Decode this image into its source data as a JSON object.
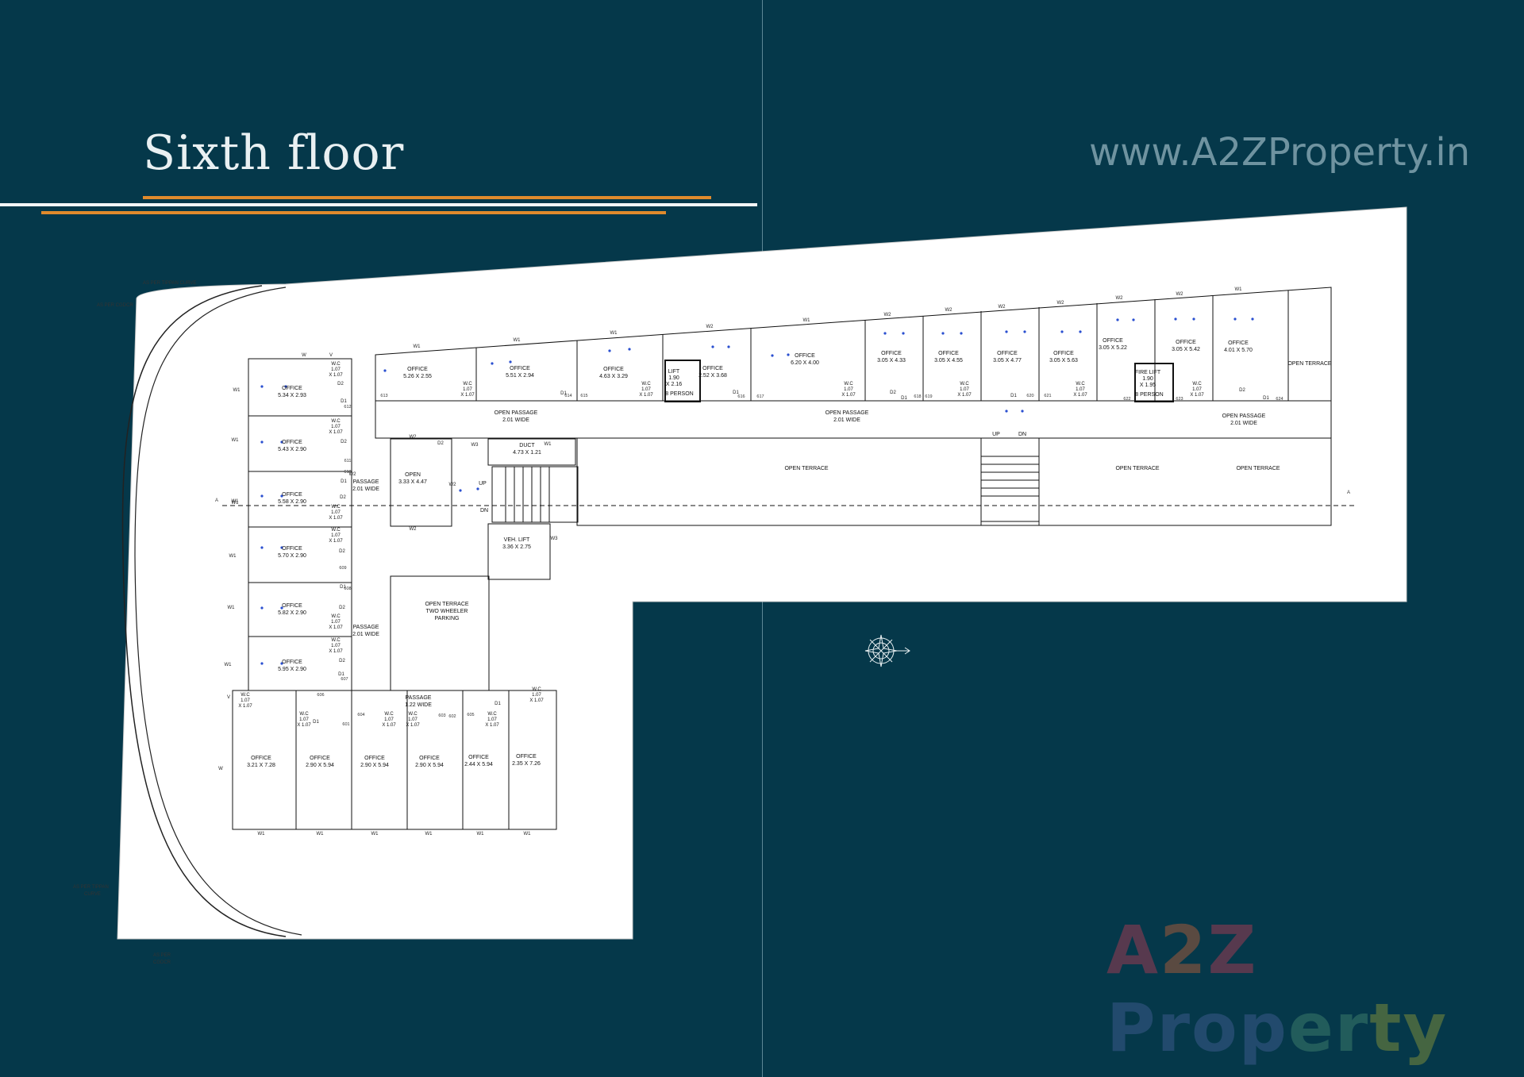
{
  "page": {
    "title": "Sixth floor",
    "website": "www.A2ZProperty.in"
  },
  "brand": {
    "part_a": "A",
    "part_2": "2",
    "part_z": "Z",
    "part_prop": "Prop",
    "part_er": "er",
    "part_ty": "ty"
  },
  "colors": {
    "background": "#05384a",
    "accent": "#e08a2c",
    "plan_bg": "#ffffff",
    "furniture_dot": "#2a4fd0"
  },
  "notes": {
    "tippan_curve_top": "AS PER TIPPAN CURVE",
    "cgdcr_top": "AS PER CGDCR",
    "tippan_curve_bottom_1": "AS PER TIPPAN",
    "tippan_curve_bottom_2": "CURVE",
    "cgdcr_bottom_1": "AS PER",
    "cgdcr_bottom_2": "CGDCR",
    "section_left": "A",
    "section_right": "A"
  },
  "west_offices": [
    {
      "name": "OFFICE",
      "dim": "5.34 X 2.93"
    },
    {
      "name": "OFFICE",
      "dim": "5.43 X 2.90"
    },
    {
      "name": "OFFICE",
      "dim": "5.58 X 2.90"
    },
    {
      "name": "OFFICE",
      "dim": "5.70 X 2.90"
    },
    {
      "name": "OFFICE",
      "dim": "5.82 X 2.90"
    },
    {
      "name": "OFFICE",
      "dim": "5.95 X 2.90"
    }
  ],
  "south_offices": [
    {
      "name": "OFFICE",
      "dim": "3.21 X 7.28"
    },
    {
      "name": "OFFICE",
      "dim": "2.90 X 5.94"
    },
    {
      "name": "OFFICE",
      "dim": "2.90 X 5.94"
    },
    {
      "name": "OFFICE",
      "dim": "2.90 X 5.94"
    },
    {
      "name": "OFFICE",
      "dim": "2.44 X 5.94"
    },
    {
      "name": "OFFICE",
      "dim": "2.35 X 7.26"
    }
  ],
  "north_offices": [
    {
      "name": "OFFICE",
      "dim": "5.26 X 2.55"
    },
    {
      "name": "OFFICE",
      "dim": "5.51 X 2.94"
    },
    {
      "name": "OFFICE",
      "dim": "4.63 X 3.29"
    },
    {
      "name": "OFFICE",
      "dim": "2.52 X 3.68"
    },
    {
      "name": "OFFICE",
      "dim": "6.20 X 4.00"
    },
    {
      "name": "OFFICE",
      "dim": "3.05 X 4.33"
    },
    {
      "name": "OFFICE",
      "dim": "3.05 X 4.55"
    },
    {
      "name": "OFFICE",
      "dim": "3.05 X 4.77"
    },
    {
      "name": "OFFICE",
      "dim": "3.05 X 5.63"
    },
    {
      "name": "OFFICE",
      "dim": "3.05 X 5.22"
    },
    {
      "name": "OFFICE",
      "dim": "3.05 X 5.42"
    },
    {
      "name": "OFFICE",
      "dim": "4.01 X 5.70"
    }
  ],
  "wc": {
    "label": "W.C",
    "dim_1": "1.07",
    "dim_2": "X 1.07"
  },
  "spaces": {
    "open_name": "OPEN",
    "open_dim": "3.33 X 4.47",
    "duct_name": "DUCT",
    "duct_dim": "4.73 X 1.21",
    "veh_lift_name": "VEH. LIFT",
    "veh_lift_dim": "3.36 X 2.75",
    "lift_name": "LIFT",
    "lift_dim_1": "1.90",
    "lift_dim_2": "X 2.16",
    "lift_cap": "8 PERSON",
    "fire_lift_name": "FIRE LIFT",
    "fire_lift_dim_1": "1.90",
    "fire_lift_dim_2": "X 1.95",
    "fire_lift_cap": "8 PERSON",
    "terrace_parking_1": "OPEN TERRACE",
    "terrace_parking_2": "TWO WHEELER",
    "terrace_parking_3": "PARKING",
    "passage_1_name": "PASSAGE",
    "passage_1_dim": "2.01 WIDE",
    "passage_2_name": "PASSAGE",
    "passage_2_dim": "2.01 WIDE",
    "passage_3_name": "PASSAGE",
    "passage_3_dim": "1.22 WIDE",
    "open_passage_1_name": "OPEN PASSAGE",
    "open_passage_1_dim": "2.01 WIDE",
    "open_passage_2_name": "OPEN PASSAGE",
    "open_passage_2_dim": "2.01 WIDE",
    "open_passage_3_name": "OPEN PASSAGE",
    "open_passage_3_dim": "2.01 WIDE",
    "open_terrace_1": "OPEN TERRACE",
    "open_terrace_2": "OPEN TERRACE",
    "open_terrace_3": "OPEN TERRACE",
    "open_terrace_4": "OPEN TERRACE",
    "stair_up": "UP",
    "stair_dn": "DN",
    "stair2_up": "UP",
    "stair2_dn": "DN"
  },
  "unit_numbers": {
    "u601": "601",
    "u602": "602",
    "u603": "603",
    "u604": "604",
    "u605": "605",
    "u606": "606",
    "u607": "607",
    "u608": "608",
    "u609": "609",
    "u610": "610",
    "u611": "611",
    "u612": "612",
    "u613": "613",
    "u614": "614",
    "u615": "615",
    "u616": "616",
    "u617": "617",
    "u618": "618",
    "u619": "619",
    "u620": "620",
    "u621": "621",
    "u622": "622",
    "u623": "623",
    "u624": "624"
  },
  "tags": {
    "w": "W",
    "w1": "W1",
    "w2": "W2",
    "w3": "W3",
    "v": "V",
    "d1": "D1",
    "d2": "D2"
  }
}
